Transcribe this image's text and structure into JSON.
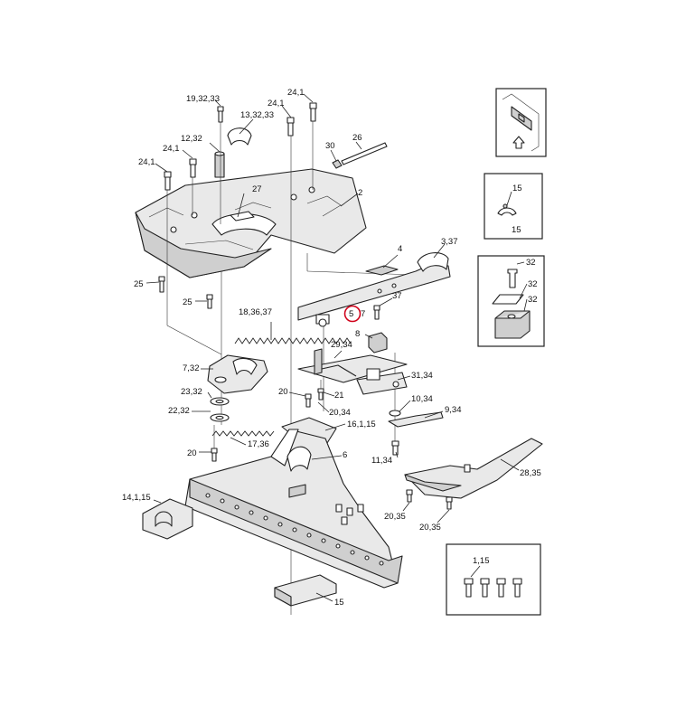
{
  "labels": {
    "l_19_32_33": "19,32,33",
    "l_24_1_a": "24,1",
    "l_24_1_b": "24,1",
    "l_13_32_33": "13,32,33",
    "l_12_32": "12,32",
    "l_24_1_c": "24,1",
    "l_24_1_d": "24,1",
    "l_30": "30",
    "l_26": "26",
    "l_27": "27",
    "l_2": "2",
    "l_25_a": "25",
    "l_25_b": "25",
    "l_4": "4",
    "l_3_37": "3,37",
    "l_37": "37",
    "l_18_36_37": "18,36,37",
    "l_5": "5",
    "l_7": "7",
    "l_8": "8",
    "l_29_34": "29,34",
    "l_7_32": "7,32",
    "l_31_34": "31,34",
    "l_23_32": "23,32",
    "l_20_a": "20",
    "l_21": "21",
    "l_10_34": "10,34",
    "l_22_32": "22,32",
    "l_20_34": "20,34",
    "l_9_34": "9,34",
    "l_16_1_15": "16,1,15",
    "l_17_36": "17,36",
    "l_20_b": "20",
    "l_6": "6",
    "l_11_34": "11,34",
    "l_28_35": "28,35",
    "l_14_1_15": "14,1,15",
    "l_20_35_a": "20,35",
    "l_20_35_b": "20,35",
    "l_15_main": "15",
    "l_15_inset_a": "15",
    "l_15_inset_b": "15",
    "l_32_a": "32",
    "l_32_b": "32",
    "l_32_c": "32",
    "l_1_15": "1,15"
  },
  "highlight": {
    "target": "5",
    "color": "#d0021b"
  }
}
